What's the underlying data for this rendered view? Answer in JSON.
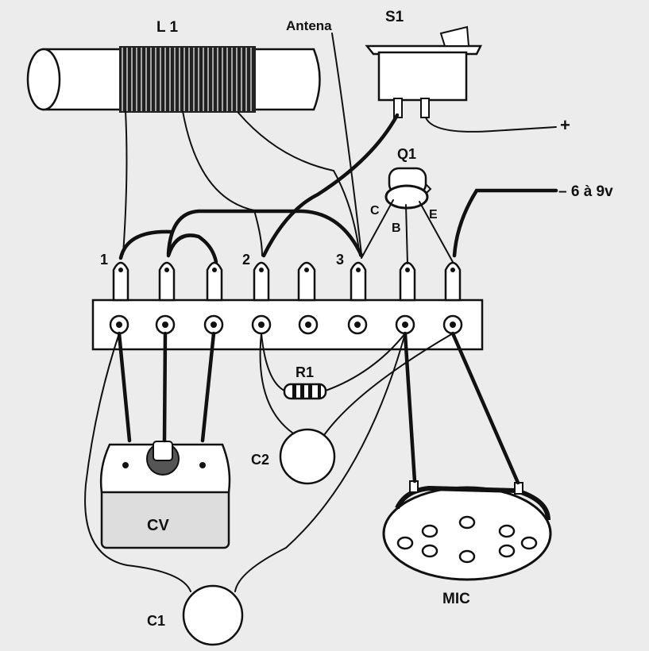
{
  "labels": {
    "coil": "L 1",
    "antenna": "Antena",
    "switch": "S1",
    "plus": "+",
    "transistor": "Q1",
    "supply": "– 6 à 9v",
    "collector": "C",
    "base": "B",
    "emitter": "E",
    "terminal_1": "1",
    "terminal_2": "2",
    "terminal_3": "3",
    "resistor": "R1",
    "capacitor_c2": "C2",
    "variable_capacitor": "CV",
    "microphone": "MIC",
    "capacitor_c1": "C1"
  }
}
